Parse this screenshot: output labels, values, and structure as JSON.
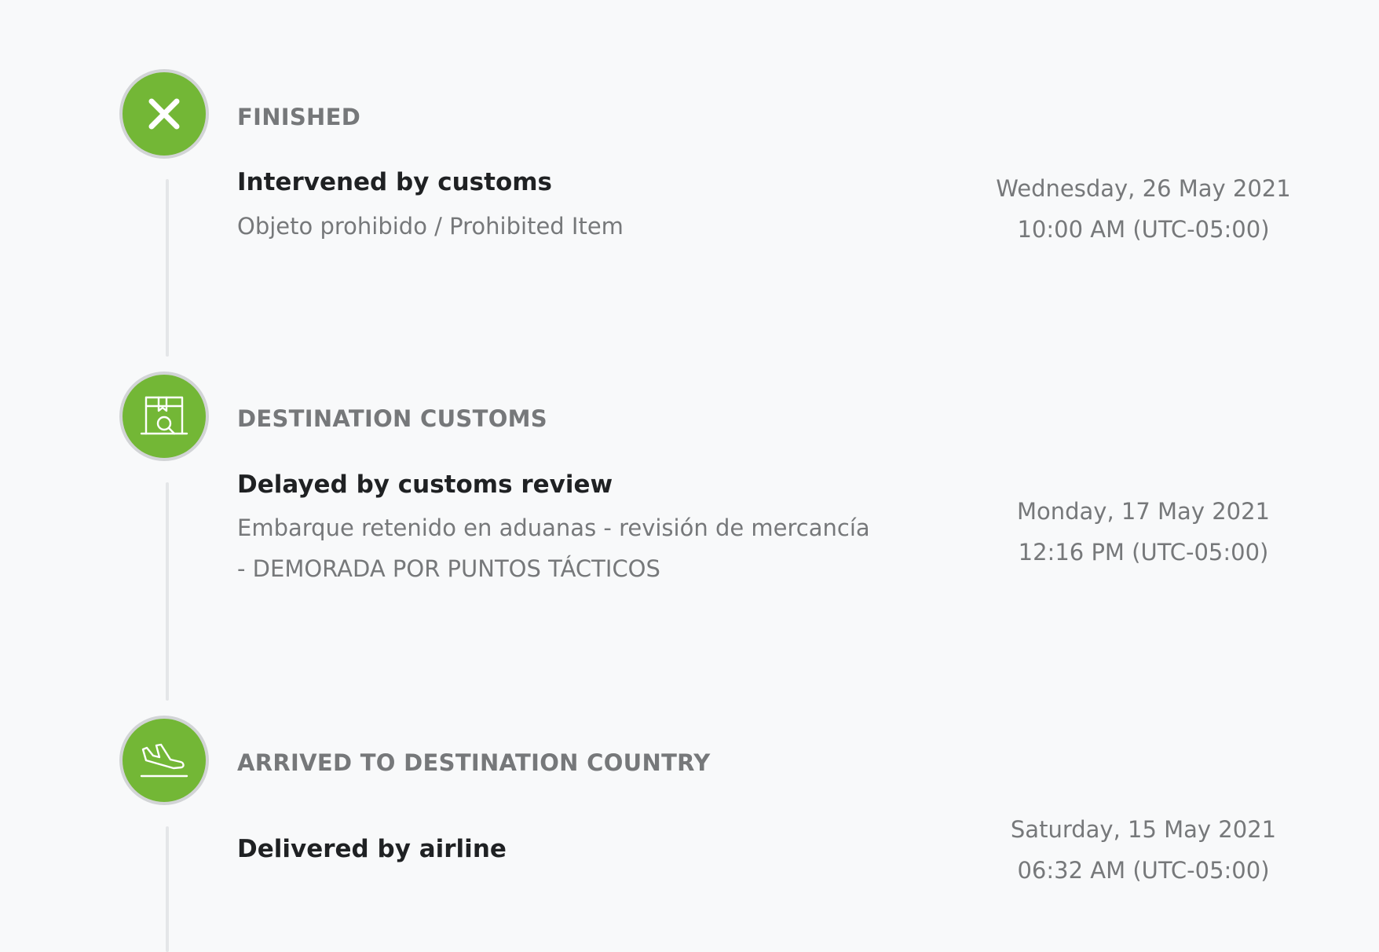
{
  "events": [
    {
      "icon": "close-icon",
      "stage": "FINISHED",
      "title": "Intervened by customs",
      "detail": "Objeto prohibido / Prohibited Item",
      "date": "Wednesday, 26 May 2021",
      "time": "10:00 AM (UTC-05:00)"
    },
    {
      "icon": "customs-package-search-icon",
      "stage": "DESTINATION CUSTOMS",
      "title": "Delayed by customs review",
      "detail": "Embarque retenido en aduanas - revisión de mercancía - DEMORADA POR PUNTOS TÁCTICOS",
      "date": "Monday, 17 May 2021",
      "time": "12:16 PM (UTC-05:00)"
    },
    {
      "icon": "plane-landing-icon",
      "stage": "ARRIVED TO DESTINATION COUNTRY",
      "title": "Delivered by airline",
      "detail": "",
      "date": "Saturday, 15 May 2021",
      "time": "06:32 AM (UTC-05:00)"
    }
  ],
  "colors": {
    "badge": "#73b736",
    "badge_border": "#d2d4d6",
    "connector": "#e4e6e8",
    "title": "#1f2123",
    "muted": "#76787a",
    "background": "#f8f9fa"
  }
}
